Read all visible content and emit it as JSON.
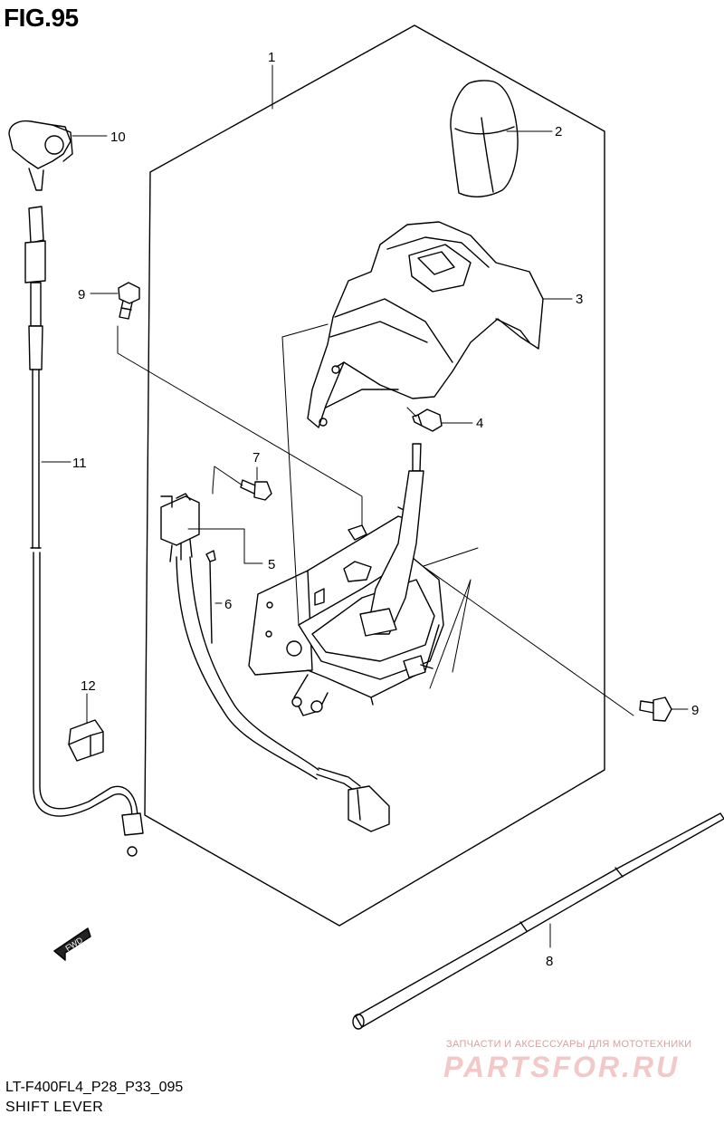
{
  "figure": {
    "title": "FIG.95",
    "code": "LT-F400FL4_P28_P33_095",
    "name": "SHIFT LEVER"
  },
  "direction_tag": "FWD",
  "callouts": [
    {
      "id": "c1",
      "label": "1"
    },
    {
      "id": "c2",
      "label": "2"
    },
    {
      "id": "c3",
      "label": "3"
    },
    {
      "id": "c4",
      "label": "4"
    },
    {
      "id": "c5",
      "label": "5"
    },
    {
      "id": "c6",
      "label": "6"
    },
    {
      "id": "c7",
      "label": "7"
    },
    {
      "id": "c8",
      "label": "8"
    },
    {
      "id": "c9a",
      "label": "9"
    },
    {
      "id": "c9b",
      "label": "9"
    },
    {
      "id": "c10",
      "label": "10"
    },
    {
      "id": "c11",
      "label": "11"
    },
    {
      "id": "c12",
      "label": "12"
    }
  ],
  "watermark": {
    "tagline": "ЗАПЧАСТИ И АКСЕССУАРЫ ДЛЯ МОТОТЕХНИКИ",
    "brand": "PARTSFOR.RU"
  }
}
